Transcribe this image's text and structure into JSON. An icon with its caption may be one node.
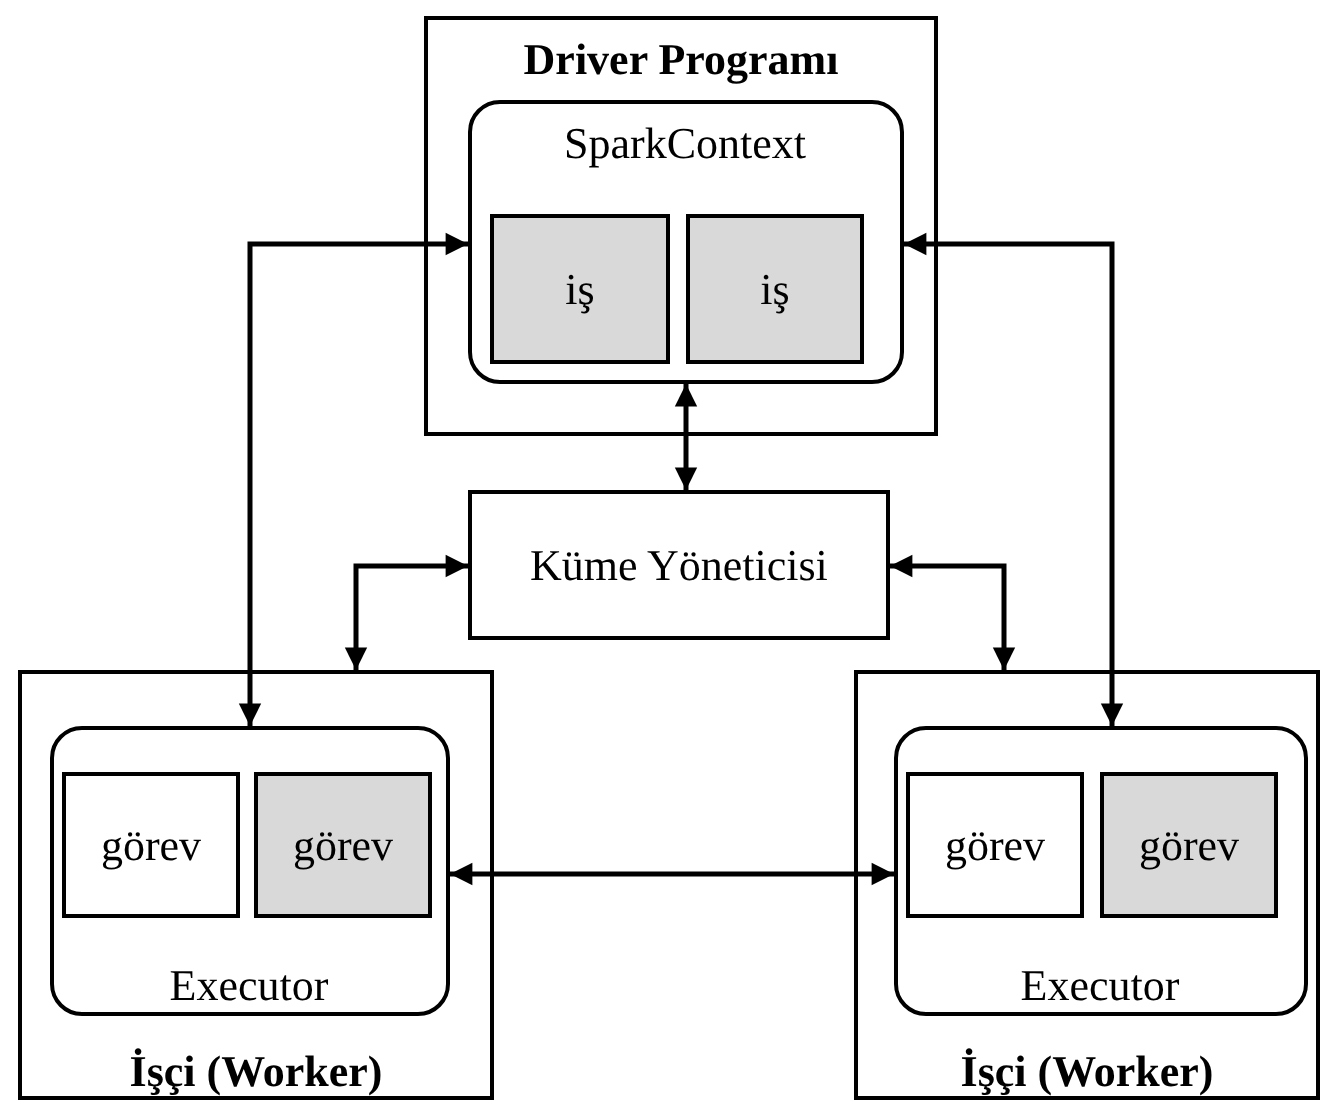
{
  "diagram": {
    "nodes": [
      {
        "text": [
          "Driver Programı"
        ]
      },
      {
        "text": [
          "SparkContext"
        ],
        "in": 0
      },
      {
        "text": [
          "iş"
        ],
        "in": 1
      },
      {
        "text": [
          "iş"
        ],
        "in": 1
      },
      {
        "text": [
          "Küme Yöneticisi"
        ]
      },
      {
        "text": [
          "İşçi (Worker)"
        ]
      },
      {
        "text": [
          "Executor"
        ],
        "in": 5
      },
      {
        "text": [
          "görev"
        ],
        "in": 6
      },
      {
        "text": [
          "görev"
        ],
        "in": 6
      },
      {
        "text": [
          "İşçi (Worker)"
        ]
      },
      {
        "text": [
          "Executor"
        ],
        "in": 9
      },
      {
        "text": [
          "görev"
        ],
        "in": 10
      },
      {
        "text": [
          "görev"
        ],
        "in": 10
      }
    ],
    "edges": [
      {
        "from": 1,
        "to": 4,
        "arrow": "both"
      },
      {
        "from": 4,
        "to": 5,
        "arrow": "both"
      },
      {
        "from": 4,
        "to": 9,
        "arrow": "both"
      },
      {
        "from": 1,
        "to": 6,
        "arrow": "both"
      },
      {
        "from": 1,
        "to": 10,
        "arrow": "both"
      },
      {
        "from": 6,
        "to": 10,
        "arrow": "both"
      }
    ]
  }
}
